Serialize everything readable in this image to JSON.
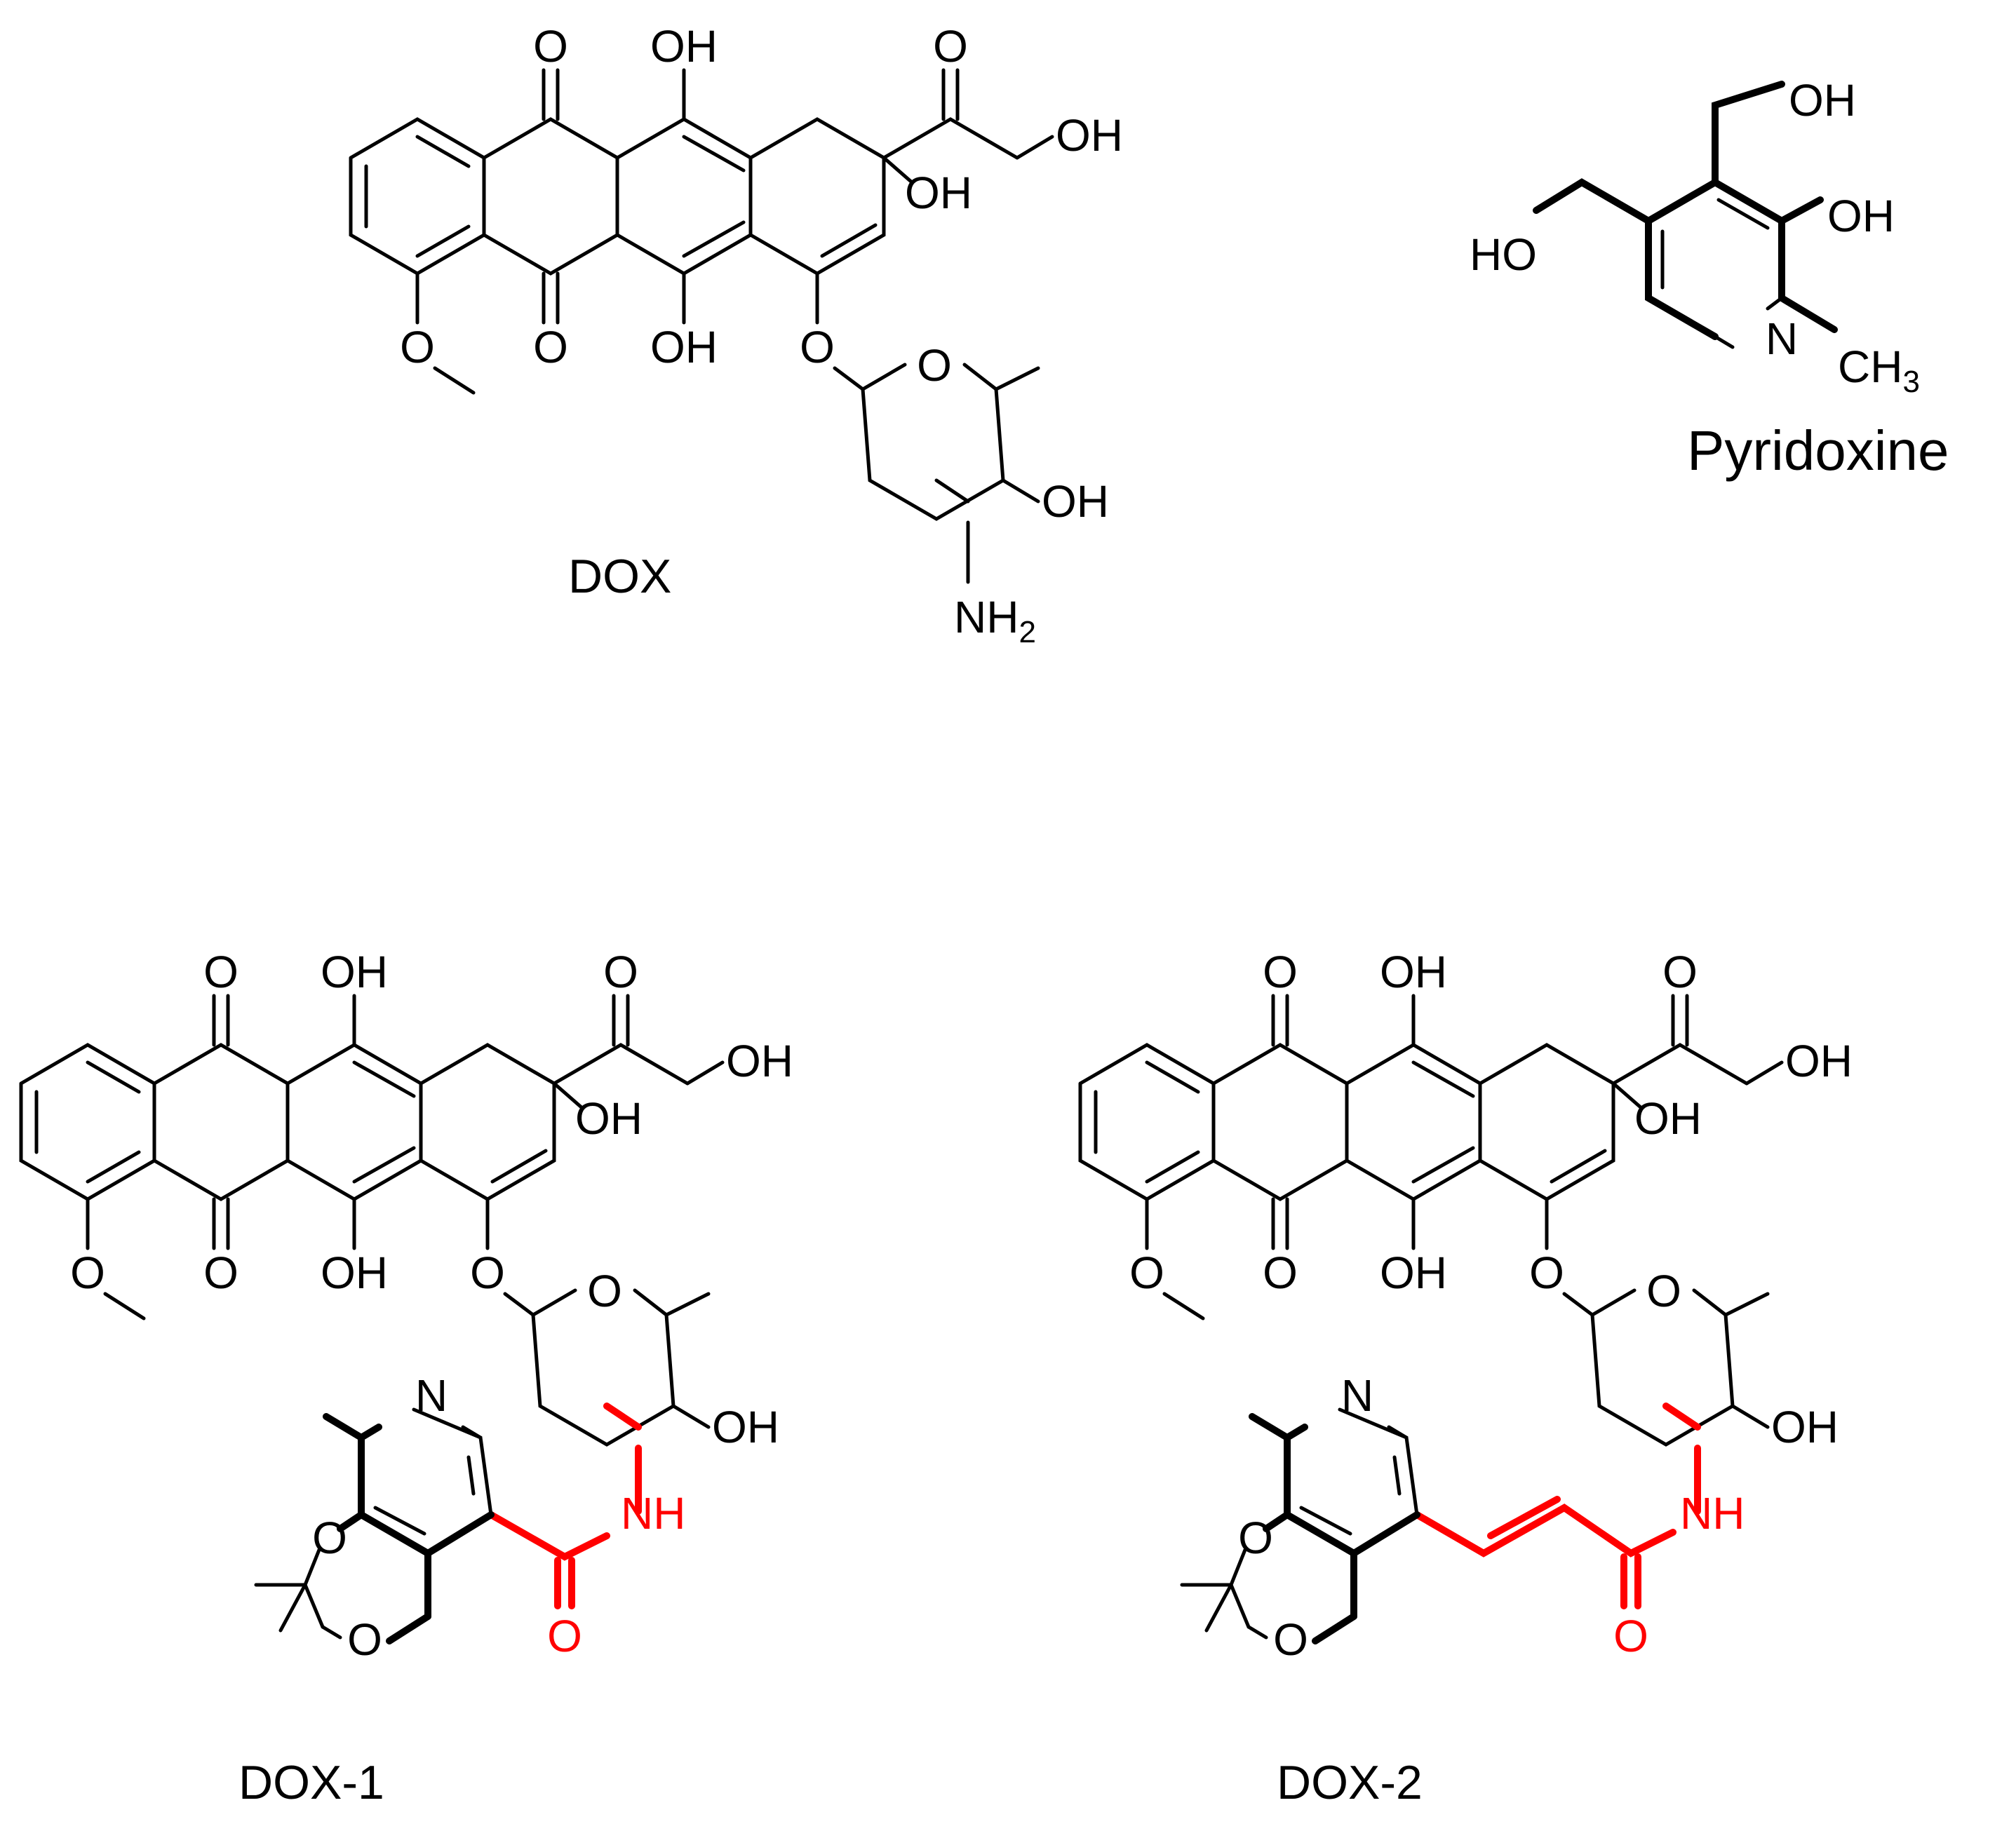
{
  "labels": {
    "dox": "DOX",
    "pyridoxine": "Pyridoxine",
    "dox1": "DOX-1",
    "dox2": "DOX-2"
  },
  "atoms": {
    "O": "O",
    "OH": "OH",
    "HO": "HO",
    "N": "N",
    "NH": "NH",
    "NH2_main": "NH",
    "NH2_sub": "2",
    "CH3_main": "CH",
    "CH3_sub": "3"
  },
  "colors": {
    "linker": "#ff0000",
    "bonds": "#000000"
  }
}
